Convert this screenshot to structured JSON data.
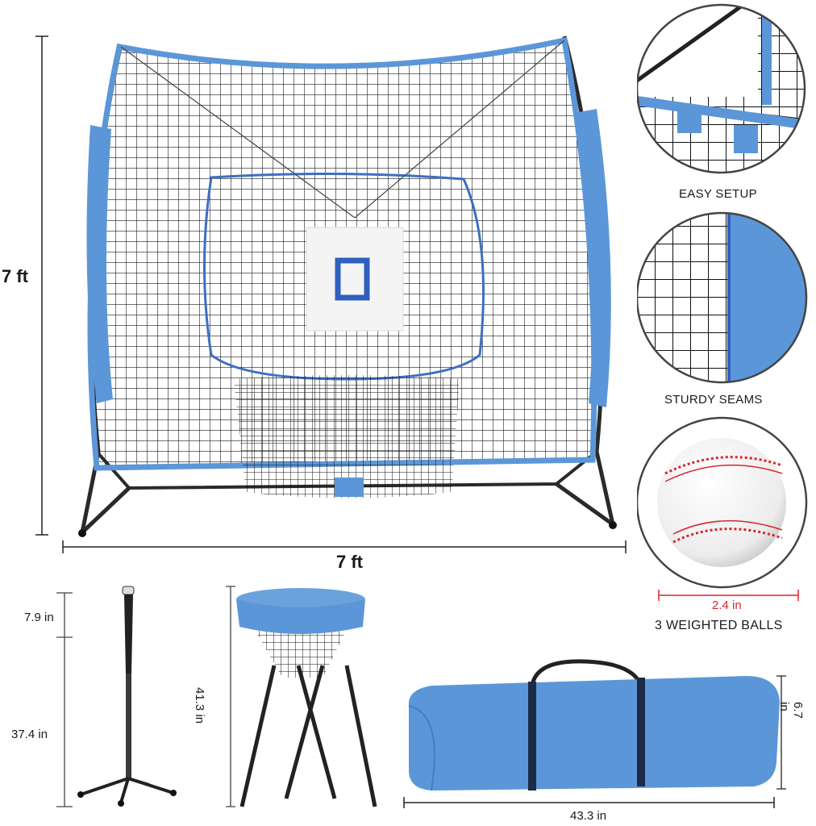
{
  "main_net": {
    "height_label": "7 ft",
    "width_label": "7 ft"
  },
  "insets": [
    {
      "caption": "EASY SETUP"
    },
    {
      "caption": "STURDY SEAMS"
    },
    {
      "caption": "3 WEIGHTED BALLS",
      "dimension": "2.4 in"
    }
  ],
  "batting_tee": {
    "top_dim": "7.9 in",
    "bottom_dim": "37.4 in"
  },
  "ball_caddy": {
    "height_dim": "41.3 in"
  },
  "carry_bag": {
    "height_dim": "6.7 in",
    "length_dim": "43.3 in"
  },
  "colors": {
    "accent_blue": "#5b97d8",
    "frame_dark": "#2a2a2a",
    "dimension_red": "#d8262e"
  }
}
